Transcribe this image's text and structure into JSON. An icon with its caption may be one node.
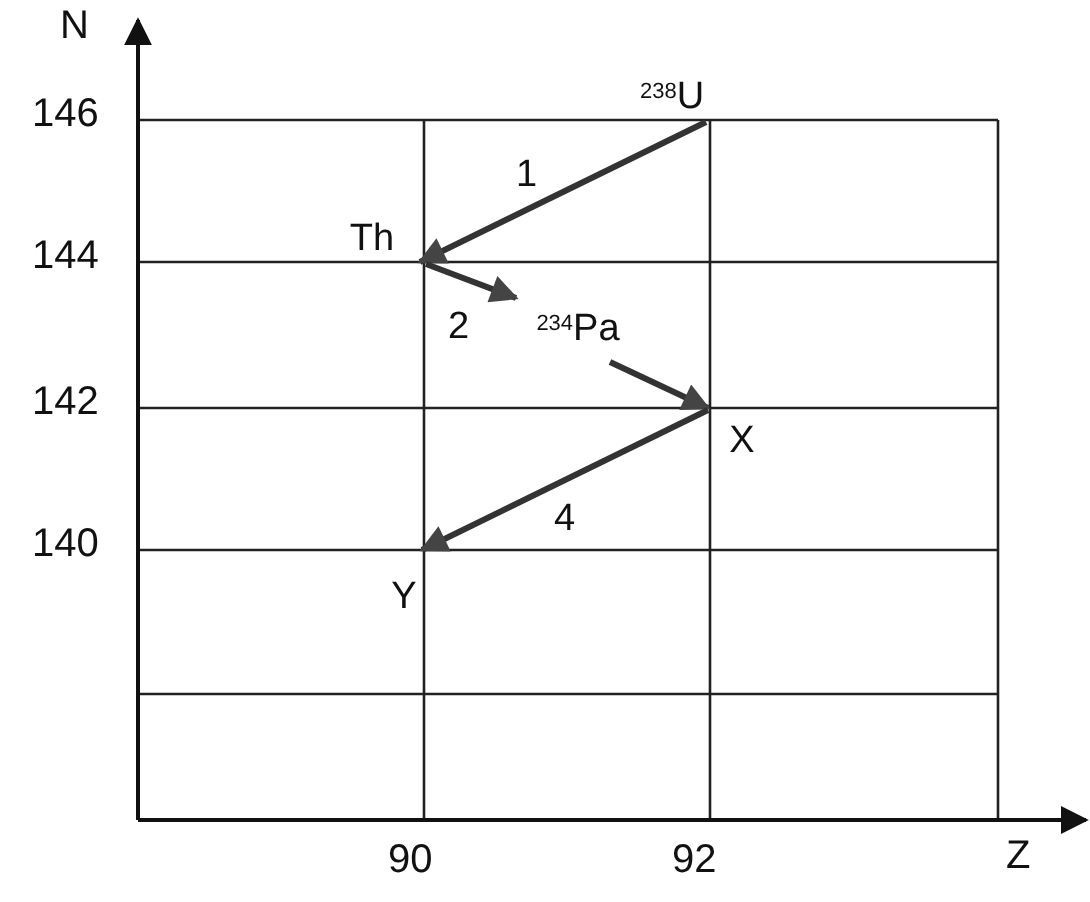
{
  "diagram": {
    "nodes": [
      {
        "text": [
          "$^{238}$U"
        ]
      },
      {
        "text": [
          "Th"
        ]
      },
      {
        "text": [
          "$^{234}$Pa"
        ]
      },
      {
        "text": [
          "X"
        ]
      },
      {
        "text": [
          "Y"
        ]
      }
    ],
    "edges": [
      {
        "from": 0,
        "to": 1,
        "arrow": "to",
        "label": "1"
      },
      {
        "from": 1,
        "to": 2,
        "arrow": "to",
        "label": "2"
      },
      {
        "from": 2,
        "to": 3,
        "arrow": "to"
      },
      {
        "from": 3,
        "to": 4,
        "arrow": "to",
        "label": "4"
      }
    ],
    "labels": [
      "N",
      "146",
      "144",
      "142",
      "140",
      "90",
      "92",
      "Z"
    ]
  }
}
